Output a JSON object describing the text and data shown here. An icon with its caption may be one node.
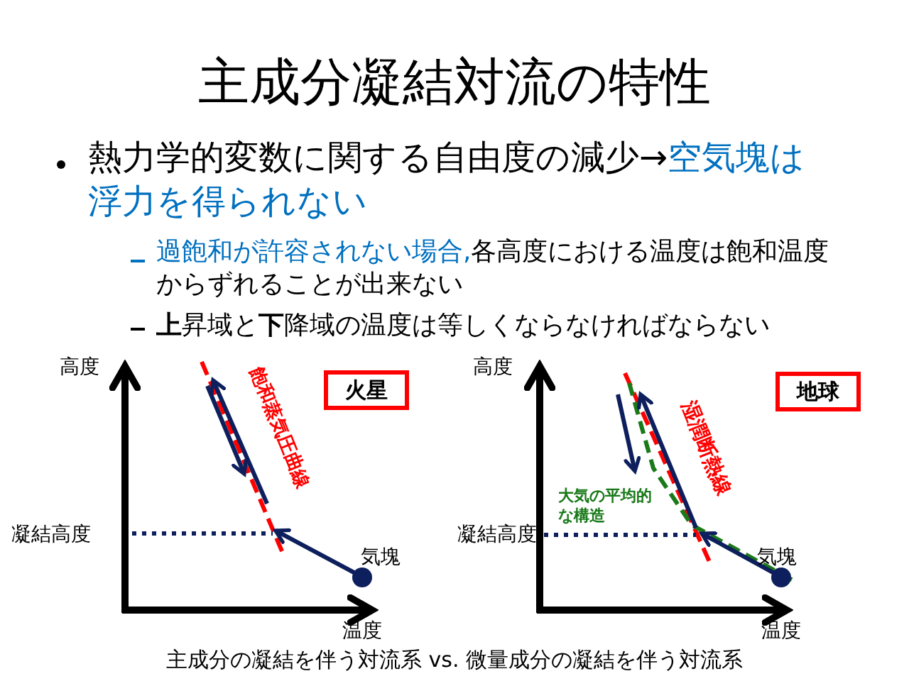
{
  "diagram": {
    "title": "主成分凝結対流の特性",
    "caption": "主成分の凝結を伴う対流系 vs. 微量成分の凝結を伴う対流系",
    "nodes": [
      {
        "text": [
          "火星"
        ]
      },
      {
        "text": [
          "地球"
        ]
      }
    ],
    "labels": [
      "熱力学的変数に関する自由度の減少→",
      "空気塊は浮力を得られない",
      "過飽和が許容されない場合,",
      "各高度における温度は飽和温度からずれることが出来ない",
      "**上**昇域と**下**降域の温度は等しくならなければならない",
      "高度",
      "飽和蒸気圧曲線",
      "凝結高度",
      "気塊",
      "温度",
      "高度",
      "湿潤断熱線",
      "大気の平均的な構造",
      "凝結高度",
      "気塊",
      "温度"
    ]
  }
}
